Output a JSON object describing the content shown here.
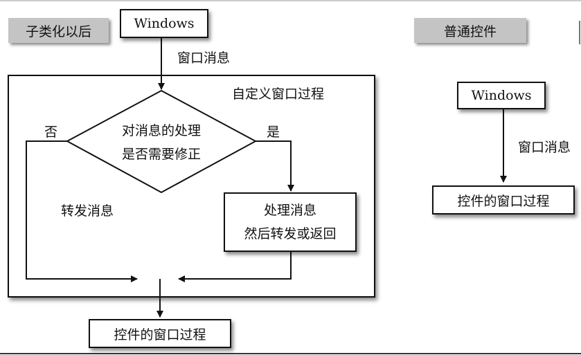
{
  "left_panel": {
    "tag": "子类化以后",
    "windows_box": "Windows",
    "msg_label": "窗口消息",
    "custom_proc_title": "自定义窗口过程",
    "decision_line1": "对消息的处理",
    "decision_line2": "是否需要修正",
    "no_label": "否",
    "yes_label": "是",
    "forward_label": "转发消息",
    "handle_line1": "处理消息",
    "handle_line2": "然后转发或返回",
    "control_proc_box": "控件的窗口过程"
  },
  "right_panel": {
    "tag": "普通控件",
    "windows_box": "Windows",
    "msg_label": "窗口消息",
    "control_proc_box": "控件的窗口过程"
  }
}
